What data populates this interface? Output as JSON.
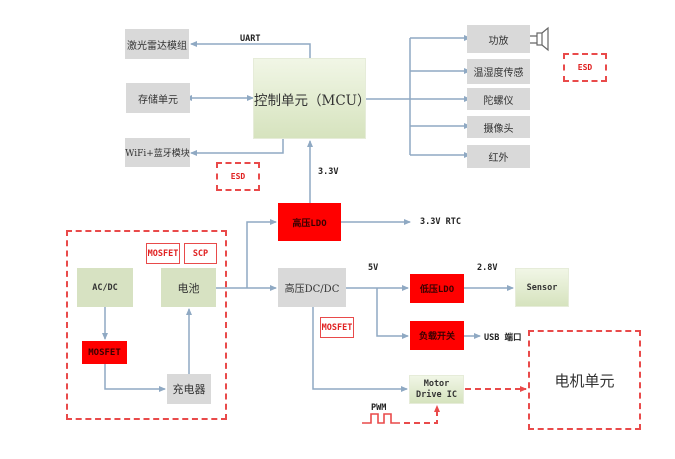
{
  "diagram": {
    "mcu": {
      "label": "控制单元（MCU）"
    },
    "left_peripherals": [
      {
        "label": "激光雷达模组",
        "link": "UART",
        "direction": "out"
      },
      {
        "label": "存储单元",
        "link": "",
        "direction": "bidirectional"
      },
      {
        "label": "WiFi+蓝牙模块",
        "link": "",
        "direction": "out"
      }
    ],
    "right_peripherals": [
      {
        "label": "功放"
      },
      {
        "label": "温湿度传感"
      },
      {
        "label": "陀螺仪"
      },
      {
        "label": "摄像头"
      },
      {
        "label": "红外"
      }
    ],
    "speaker_icon": "speaker-icon",
    "esd_labels": [
      "ESD",
      "ESD"
    ],
    "labels": {
      "uart": "UART",
      "v33": "3.3V",
      "v33_rtc": "3.3V RTC",
      "v5": "5V",
      "v28": "2.8V",
      "usb_port": "USB 端口",
      "pwm": "PWM"
    },
    "power": {
      "hv_ldo": "高压LDO",
      "hv_dcdc": "高压DC/DC",
      "lv_ldo": "低压LDO",
      "load_switch": "负载开关",
      "sensor": "Sensor",
      "motor_drive": [
        "Motor",
        "Drive IC"
      ],
      "motor_unit": "电机单元",
      "mosfet_mid": "MOSFET"
    },
    "charging": {
      "acdc": "AC/DC",
      "battery": "电池",
      "mosfet": "MOSFET",
      "charger": "充电器",
      "mosfet_tag": "MOSFET",
      "scp_tag": "SCP"
    },
    "colors": {
      "line": "#8fa9c3",
      "red": "#ff0000",
      "dashed_red": "#e94a4a",
      "gray_box": "#d9d9d9",
      "green_box": "#d6e3be"
    }
  }
}
